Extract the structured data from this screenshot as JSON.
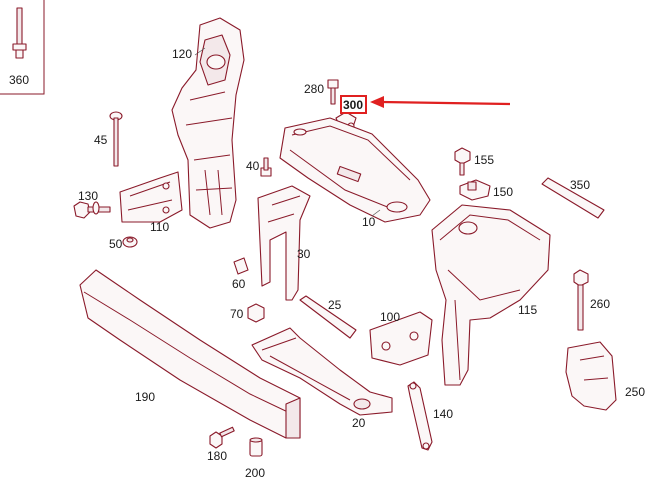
{
  "labels": {
    "p360": "360",
    "p120": "120",
    "p280": "280",
    "p300": "300",
    "p45": "45",
    "p40": "40",
    "p155": "155",
    "p130": "130",
    "p150": "150",
    "p350": "350",
    "p110": "110",
    "p10": "10",
    "p50": "50",
    "p30": "30",
    "p60": "60",
    "p25": "25",
    "p70": "70",
    "p100": "100",
    "p115": "115",
    "p260": "260",
    "p190": "190",
    "p250": "250",
    "p140": "140",
    "p20": "20",
    "p180": "180",
    "p200": "200"
  },
  "highlight": {
    "part": "300",
    "color": "#e02020"
  },
  "line_color": "#8a1a2a"
}
